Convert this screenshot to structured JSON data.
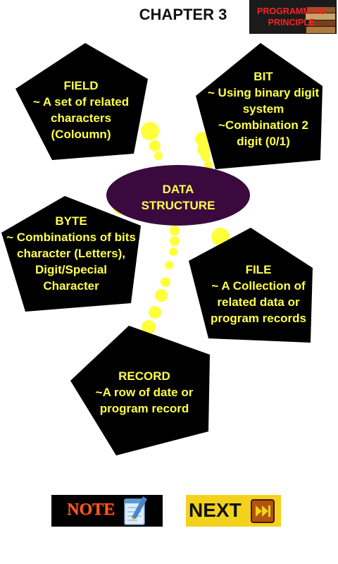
{
  "header": {
    "chapter": "CHAPTER 3",
    "logo_line1": "PROGRAMMING",
    "logo_line2": "PRINCIPLE"
  },
  "center": {
    "line1": "DATA",
    "line2": "STRUCTURE"
  },
  "nodes": {
    "field": [
      "FIELD",
      "~ A set of related",
      "characters",
      "(Coloumn)"
    ],
    "bit": [
      "BIT",
      "~ Using binary digit",
      "system",
      "~Combination 2",
      "digit (0/1)"
    ],
    "byte": [
      "BYTE",
      "~ Combinations of bits",
      "character (Letters),",
      "Digit/Special",
      "Character"
    ],
    "file": [
      "FILE",
      "~ A Collection of",
      "related data or",
      "program records"
    ],
    "record": [
      "RECORD",
      "~A row of date or",
      "program record"
    ]
  },
  "buttons": {
    "note_label": "NOTE",
    "next_label": "NEXT"
  },
  "colors": {
    "node_fill": "#000000",
    "node_text": "#ffff4a",
    "center_fill": "#3a0a3f",
    "connector": "#ffff3a",
    "next_bg": "#f2d21c",
    "note_text": "#ff5a1f",
    "logo_text": "#ff2020"
  }
}
